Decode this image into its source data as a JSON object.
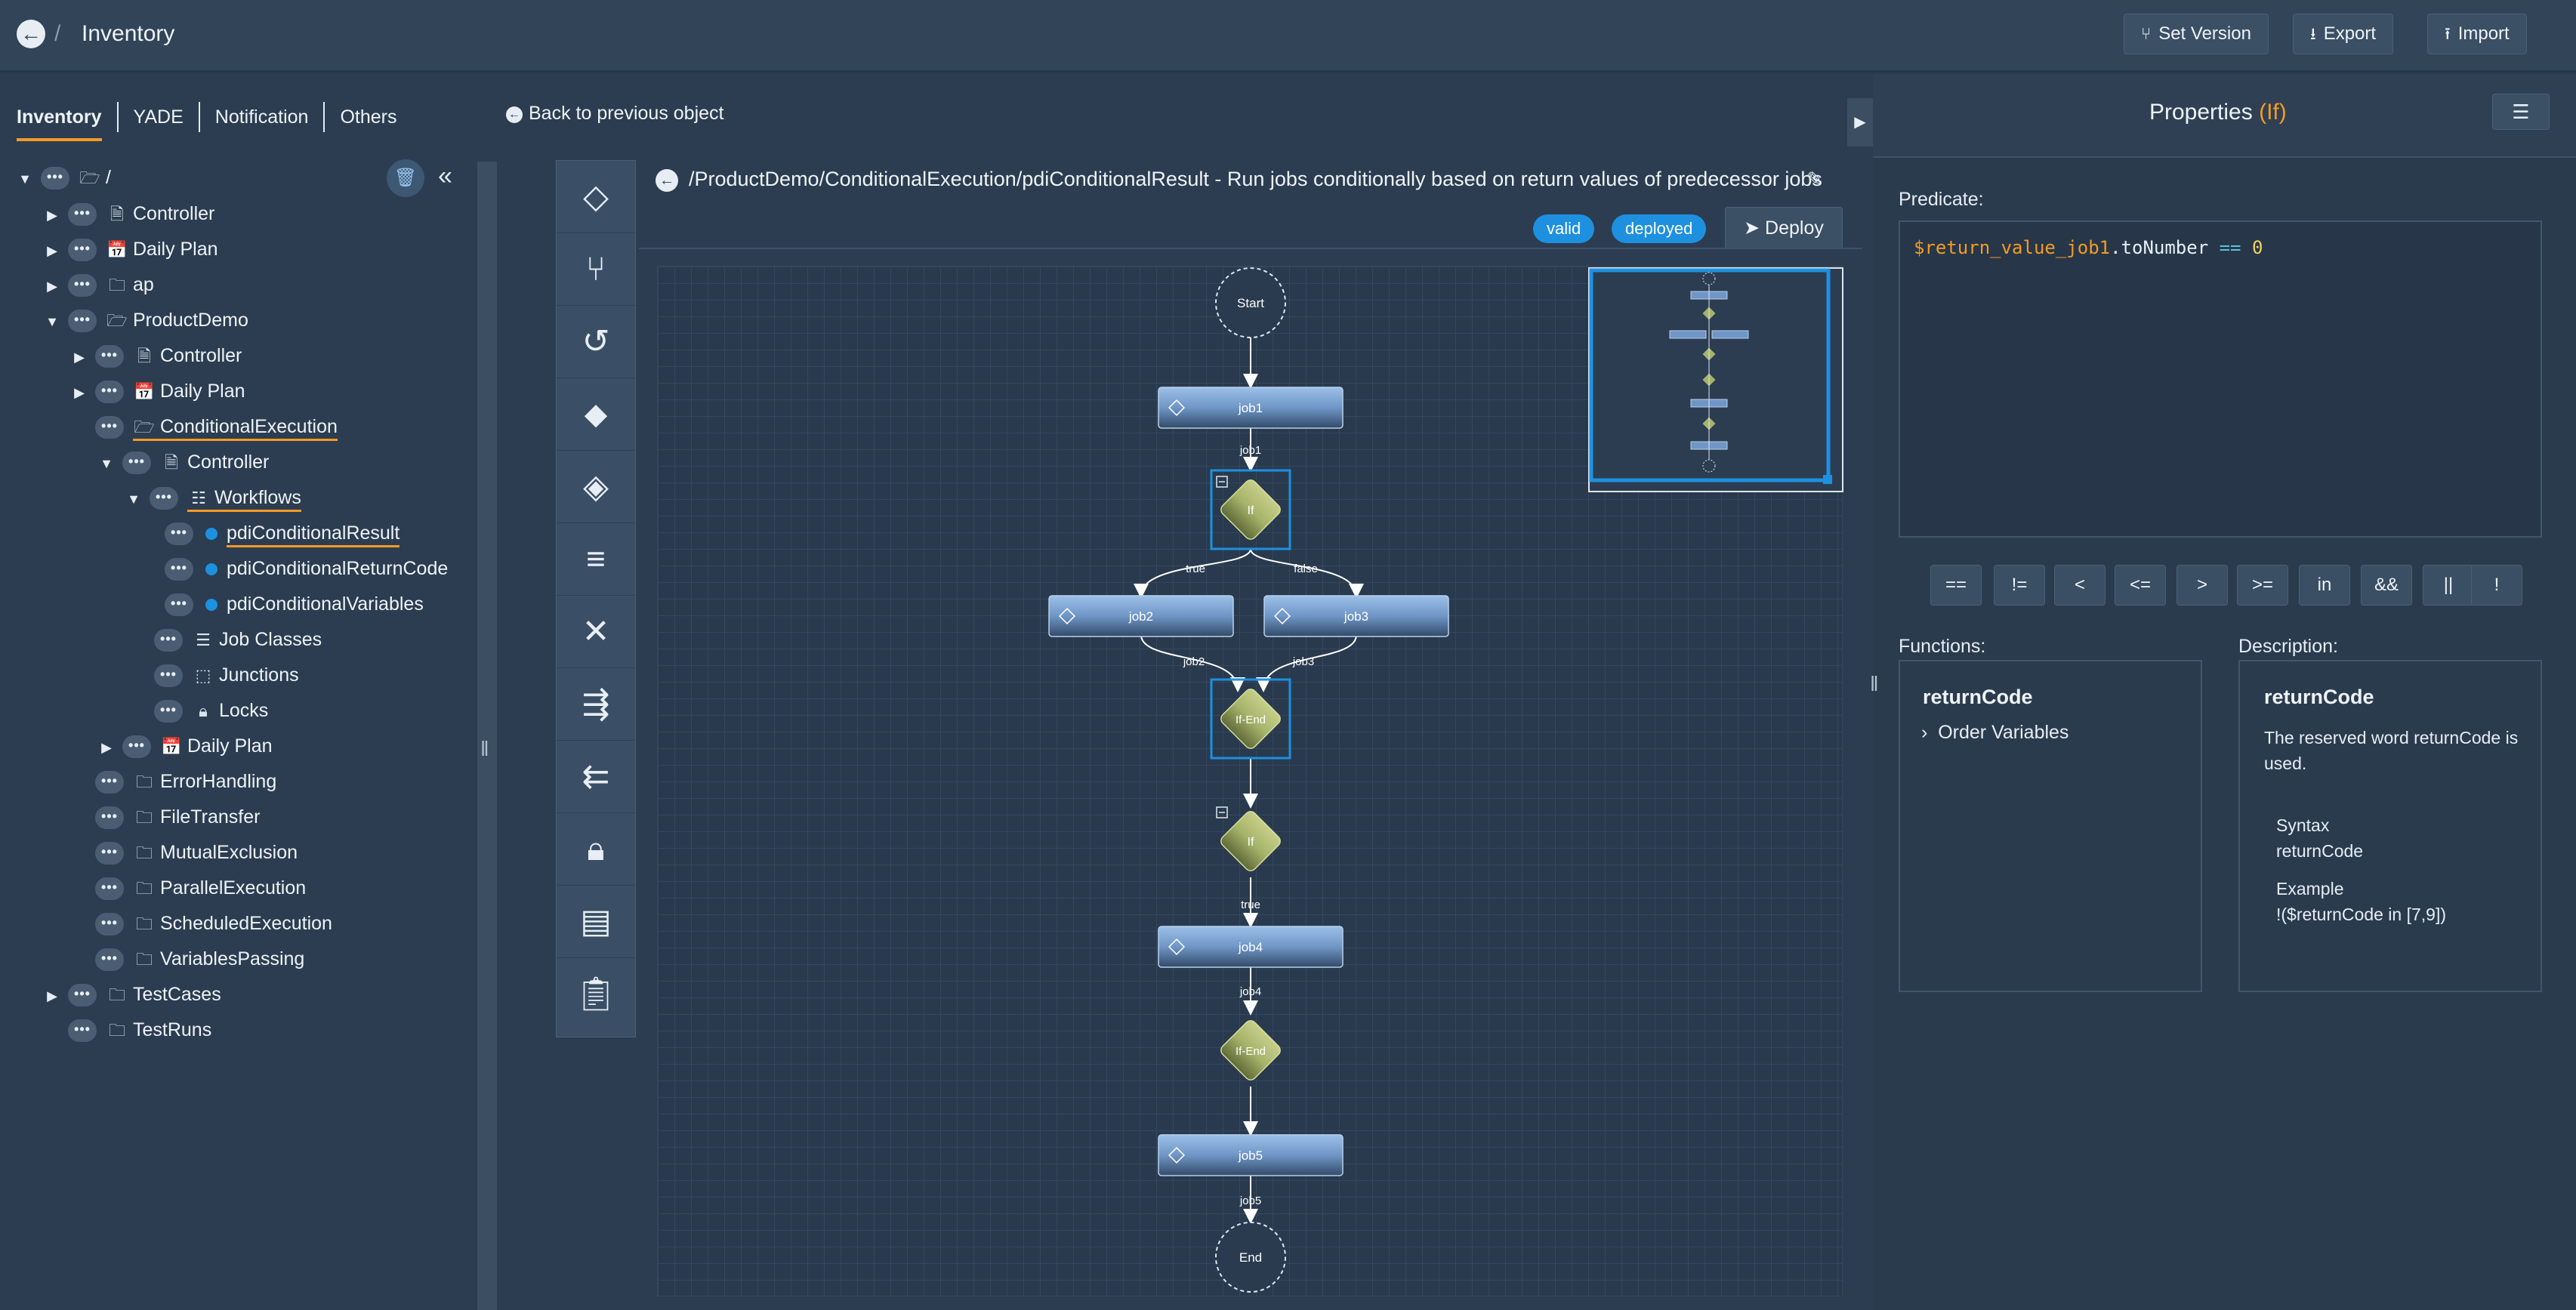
{
  "header": {
    "back_icon": "arrow-circle-left-icon",
    "separator": "/",
    "title": "Inventory",
    "buttons": [
      {
        "label": "Set Version",
        "icon": "branch-icon"
      },
      {
        "label": "Export",
        "icon": "download-icon"
      },
      {
        "label": "Import",
        "icon": "upload-icon"
      }
    ]
  },
  "tabs": [
    "Inventory",
    "YADE",
    "Notification",
    "Others"
  ],
  "active_tab": "Inventory",
  "back_to_previous": "Back to previous object",
  "tree": {
    "root": "/",
    "items": [
      {
        "label": "Controller",
        "icon": "document-icon",
        "level": 1
      },
      {
        "label": "Daily Plan",
        "icon": "calendar-icon",
        "level": 1
      },
      {
        "label": "ap",
        "icon": "folder-icon",
        "level": 1
      },
      {
        "label": "ProductDemo",
        "icon": "folder-open-icon",
        "level": 1
      },
      {
        "label": "Controller",
        "icon": "document-icon",
        "level": 2
      },
      {
        "label": "Daily Plan",
        "icon": "calendar-icon",
        "level": 2
      },
      {
        "label": "ConditionalExecution",
        "icon": "folder-open-icon",
        "level": 2
      },
      {
        "label": "Controller",
        "icon": "document-icon",
        "level": 3
      },
      {
        "label": "Workflows",
        "icon": "sitemap-icon",
        "level": 4
      },
      {
        "label": "pdiConditionalResult",
        "icon": "workflow-dot-icon",
        "level": 5
      },
      {
        "label": "pdiConditionalReturnCode",
        "icon": "workflow-dot-icon",
        "level": 5
      },
      {
        "label": "pdiConditionalVariables",
        "icon": "workflow-dot-icon",
        "level": 5
      },
      {
        "label": "Job Classes",
        "icon": "list-icon",
        "level": 4
      },
      {
        "label": "Junctions",
        "icon": "junction-icon",
        "level": 4
      },
      {
        "label": "Locks",
        "icon": "lock-icon",
        "level": 4
      },
      {
        "label": "Daily Plan",
        "icon": "calendar-icon",
        "level": 3
      },
      {
        "label": "ErrorHandling",
        "icon": "folder-icon",
        "level": 2
      },
      {
        "label": "FileTransfer",
        "icon": "folder-icon",
        "level": 2
      },
      {
        "label": "MutualExclusion",
        "icon": "folder-icon",
        "level": 2
      },
      {
        "label": "ParallelExecution",
        "icon": "folder-icon",
        "level": 2
      },
      {
        "label": "ScheduledExecution",
        "icon": "folder-icon",
        "level": 2
      },
      {
        "label": "VariablesPassing",
        "icon": "folder-icon",
        "level": 2
      },
      {
        "label": "TestCases",
        "icon": "folder-icon",
        "level": 1
      },
      {
        "label": "TestRuns",
        "icon": "folder-icon",
        "level": 1
      }
    ],
    "selected": "pdiConditionalResult"
  },
  "toolbar": {
    "tools": [
      "job-icon",
      "fork-icon",
      "retry-icon",
      "try-catch-icon",
      "if-icon",
      "finish-icon",
      "fail-icon",
      "post-notice-icon",
      "expect-notice-icon",
      "lock-icon",
      "prompt-icon",
      "paste-icon"
    ]
  },
  "workflow": {
    "path": "/ProductDemo/ConditionalExecution/pdiConditionalResult - Run jobs conditionally based on return values of predecessor jobs",
    "badges": [
      "valid",
      "deployed"
    ],
    "deploy_label": "Deploy",
    "nodes": {
      "start": "Start",
      "job1": "job1",
      "if1": "If",
      "job2": "job2",
      "job3": "job3",
      "ifend1": "If-End",
      "if2": "If",
      "job4": "job4",
      "ifend2": "If-End",
      "job5": "job5",
      "end": "End"
    },
    "edge_labels": {
      "job1": "job1",
      "true1": "true",
      "false1": "false",
      "job2": "job2",
      "job3": "job3",
      "true2": "true",
      "job4": "job4",
      "job5": "job5"
    }
  },
  "properties": {
    "title": "Properties",
    "title_type": "(If)",
    "predicate_label": "Predicate:",
    "predicate": {
      "var": "$return_value_job1",
      "method": ".toNumber",
      "op": "==",
      "num": "0"
    },
    "operators": [
      "==",
      "!=",
      "<",
      "<=",
      ">",
      ">=",
      "in",
      "&&",
      "||",
      "!"
    ],
    "functions_label": "Functions:",
    "description_label": "Description:",
    "function_name": "returnCode",
    "function_child": "Order Variables",
    "description": {
      "title": "returnCode",
      "text": "The reserved word returnCode is used.",
      "syntax_label": "Syntax",
      "syntax": "returnCode",
      "example_label": "Example",
      "example": "!($returnCode in [7,9])"
    }
  },
  "colors": {
    "accent": "#f59a23",
    "badge": "#1e90e0",
    "selection": "#1e90e0",
    "job_node": "#6f96c6",
    "gateway": "#a6b36a"
  }
}
